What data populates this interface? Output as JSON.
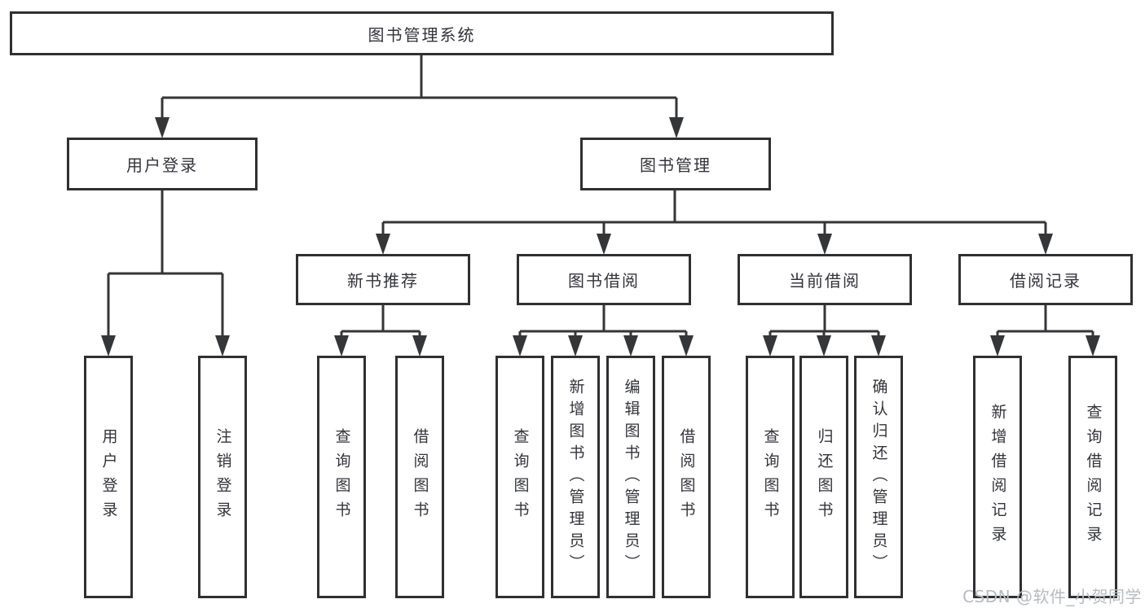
{
  "tree": {
    "label": "图书管理系统",
    "children": [
      {
        "label": "用户登录",
        "children": [
          {
            "label": "用户登录"
          },
          {
            "label": "注销登录"
          }
        ]
      },
      {
        "label": "图书管理",
        "children": [
          {
            "label": "新书推荐",
            "children": [
              {
                "label": "查询图书"
              },
              {
                "label": "借阅图书"
              }
            ]
          },
          {
            "label": "图书借阅",
            "children": [
              {
                "label": "查询图书"
              },
              {
                "label": "新增图书（管理员）"
              },
              {
                "label": "编辑图书（管理员）"
              },
              {
                "label": "借阅图书"
              }
            ]
          },
          {
            "label": "当前借阅",
            "children": [
              {
                "label": "查询图书"
              },
              {
                "label": "归还图书"
              },
              {
                "label": "确认归还（管理员）"
              }
            ]
          },
          {
            "label": "借阅记录",
            "children": [
              {
                "label": "新增借阅记录"
              },
              {
                "label": "查询借阅记录"
              }
            ]
          }
        ]
      }
    ]
  },
  "watermark": "CSDN @软件_小贺同学",
  "colors": {
    "line": "#353638",
    "text": "#33343a",
    "watermark": "#b7bbc0",
    "background": "#ffffff"
  }
}
